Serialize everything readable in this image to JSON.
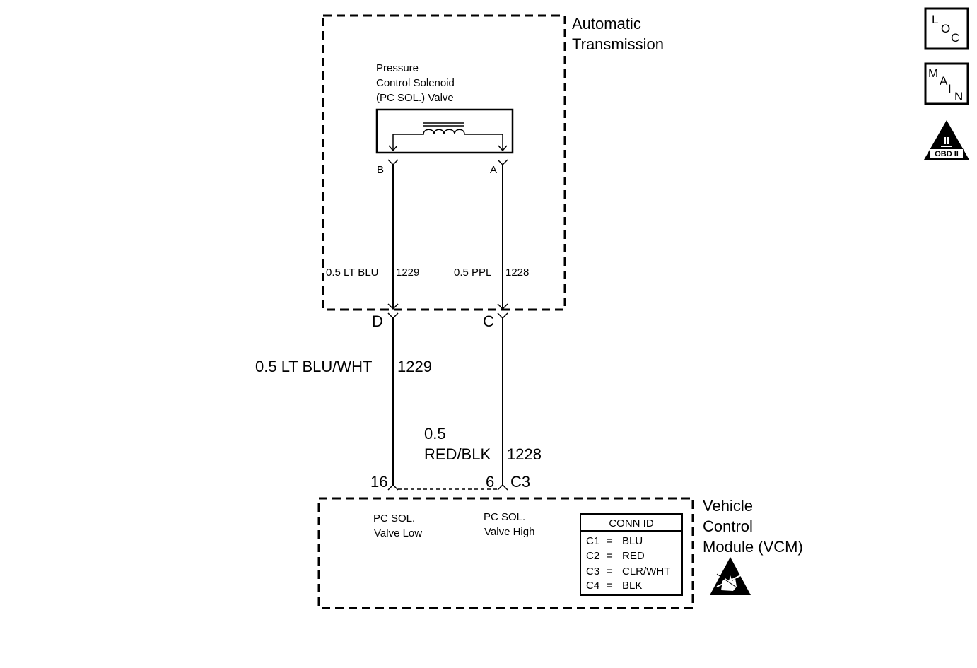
{
  "transmission": {
    "title_line1": "Automatic",
    "title_line2": "Transmission",
    "solenoid_label_line1": "Pressure",
    "solenoid_label_line2": "Control Solenoid",
    "solenoid_label_line3": "(PC SOL.) Valve",
    "pin_b": "B",
    "pin_a": "A",
    "wire_left_label": "0.5 LT BLU",
    "wire_left_circuit": "1229",
    "wire_right_label": "0.5 PPL",
    "wire_right_circuit": "1228",
    "connector_d": "D",
    "connector_c": "C"
  },
  "harness": {
    "left_wire_label": "0.5 LT BLU/WHT",
    "left_wire_circuit": "1229",
    "right_wire_label_line1": "0.5",
    "right_wire_label_line2": "RED/BLK",
    "right_wire_circuit": "1228"
  },
  "vcm": {
    "pin_16": "16",
    "pin_6": "6",
    "connector_name": "C3",
    "title_line1": "Vehicle",
    "title_line2": "Control",
    "title_line3": "Module (VCM)",
    "input_low_line1": "PC SOL.",
    "input_low_line2": "Valve Low",
    "input_high_line1": "PC SOL.",
    "input_high_line2": "Valve High",
    "conn_id_header": "CONN ID",
    "conn_ids": [
      {
        "id": "C1",
        "eq": "=",
        "color": "BLU"
      },
      {
        "id": "C2",
        "eq": "=",
        "color": "RED"
      },
      {
        "id": "C3",
        "eq": "=",
        "color": "CLR/WHT"
      },
      {
        "id": "C4",
        "eq": "=",
        "color": "BLK"
      }
    ]
  },
  "icons": {
    "loc_letters": [
      "L",
      "O",
      "C"
    ],
    "main_letters": [
      "M",
      "A",
      "I",
      "N"
    ],
    "obd_roman": "II",
    "obd_label": "OBD II",
    "esd_icon": "esd-warning-icon"
  }
}
